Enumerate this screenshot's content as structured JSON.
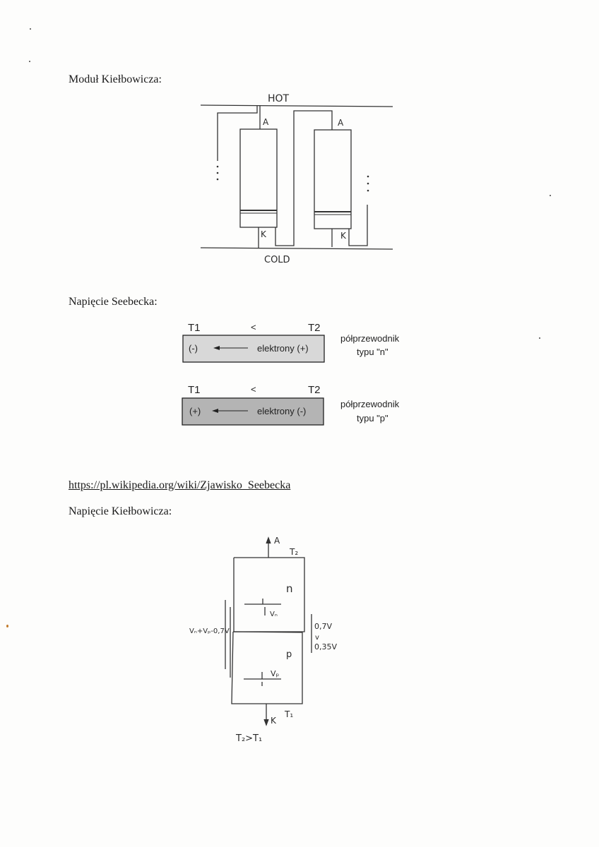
{
  "headings": {
    "modul": "Moduł Kiełbowicza:",
    "seebeck": "Napięcie Seebecka:",
    "kielbowicz": "Napięcie Kiełbowicza:"
  },
  "link": {
    "text": "https://pl.wikipedia.org/wiki/Zjawisko_Seebecka"
  },
  "module_diagram": {
    "hot": "HOT",
    "cold": "COLD",
    "anode": "A",
    "cathode": "K"
  },
  "seebeck_n": {
    "t1": "T1",
    "lt": "<",
    "t2": "T2",
    "left_sign": "(-)",
    "right_text": "elektrony (+)",
    "type_line1": "półprzewodnik",
    "type_line2": "typu \"n\"",
    "fill": "#d8d8d8"
  },
  "seebeck_p": {
    "t1": "T1",
    "lt": "<",
    "t2": "T2",
    "left_sign": "(+)",
    "right_text": "elektrony (-)",
    "type_line1": "półprzewodnik",
    "type_line2": "typu \"p\"",
    "fill": "#b4b4b4"
  },
  "kielbowicz_diagram": {
    "anode": "A",
    "cathode": "K",
    "t2": "T₂",
    "t1": "T₁",
    "n_label": "n",
    "p_label": "p",
    "vn": "Vₙ",
    "vp": "Vₚ",
    "left_voltage": "Vₙ+Vₚ-0,7V",
    "right_v1": "0,7V",
    "right_v2": "v",
    "right_v3": "0,35V",
    "condition": "T₂>T₁"
  }
}
